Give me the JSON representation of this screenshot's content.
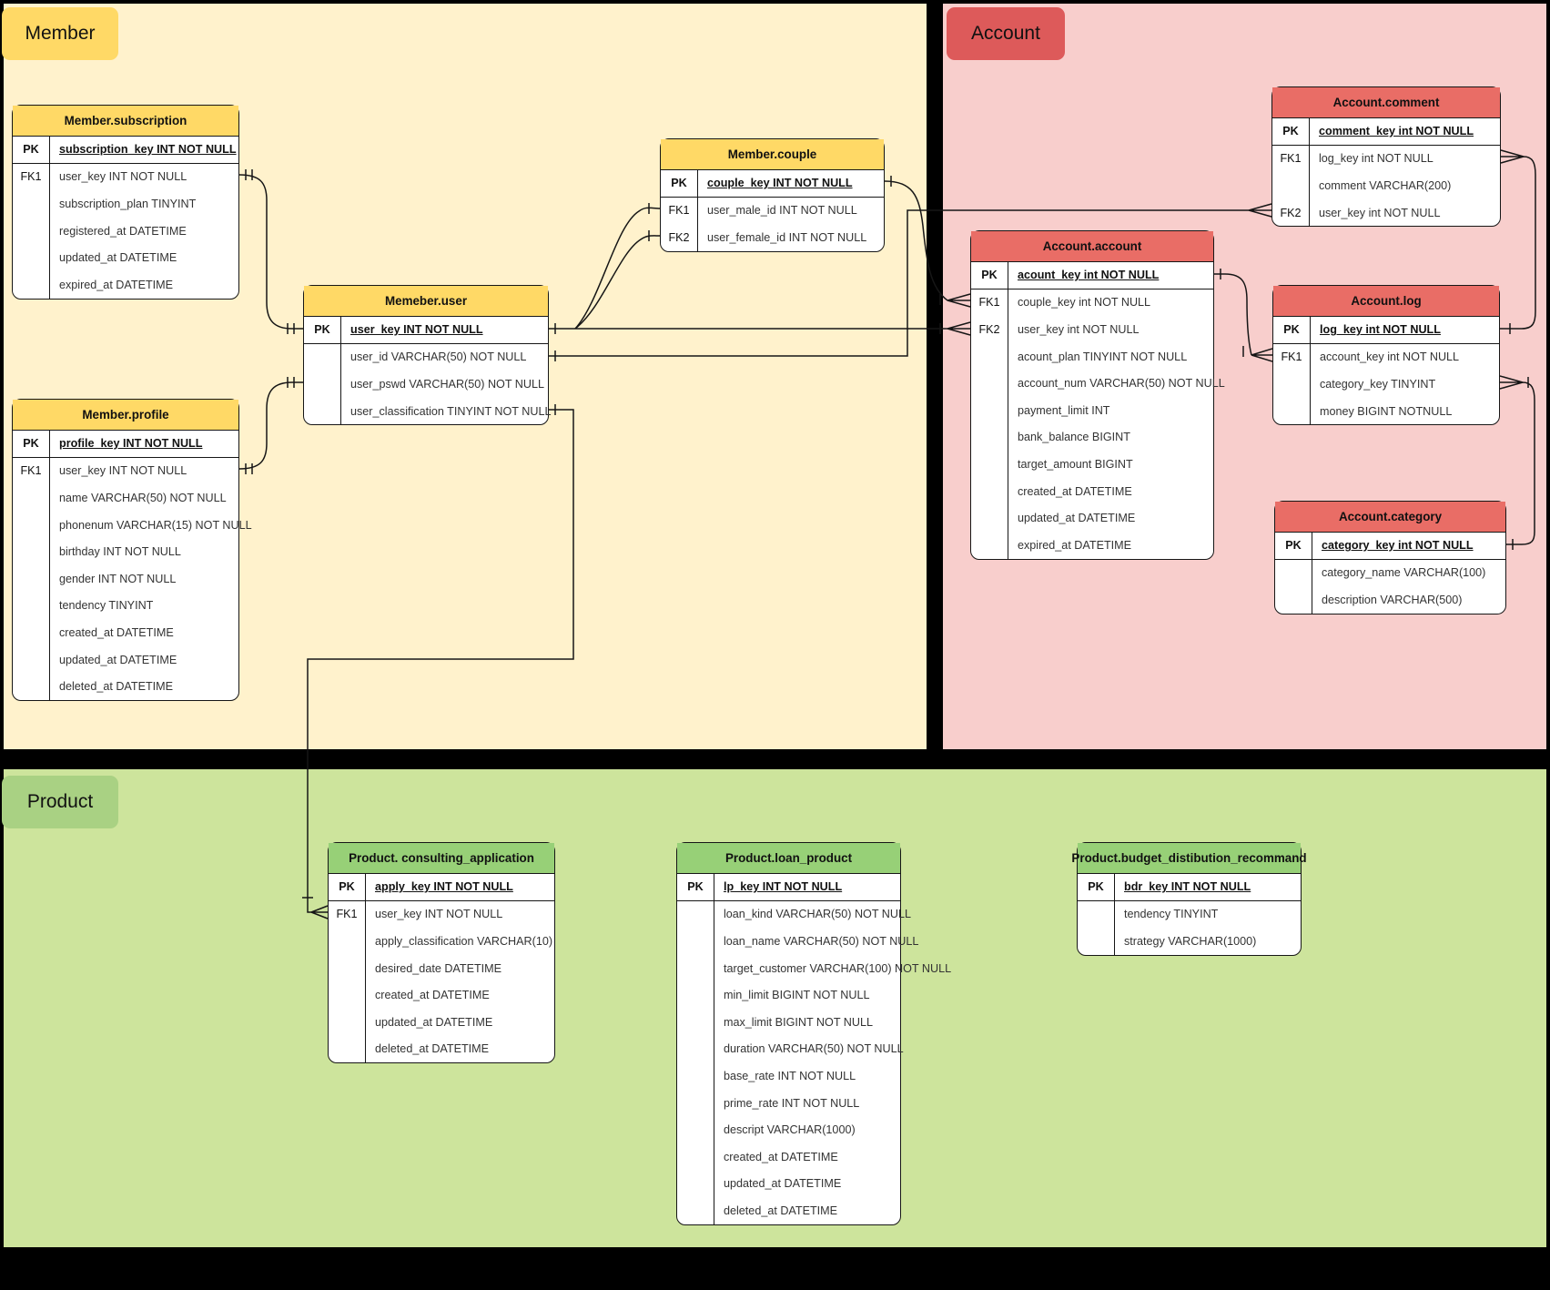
{
  "colors": {
    "page_background": "#000000",
    "member_region": "#FFF2CC",
    "member_accent": "#FFD966",
    "account_region": "#F8CECC",
    "account_header": "#E96D66",
    "account_label": "#DD5A5A",
    "product_region": "#CDE49C",
    "product_header": "#97D077",
    "product_label": "#A9D183",
    "line_stroke": "#161616"
  },
  "diagram": {
    "regions": [
      {
        "id": "member",
        "label": "Member"
      },
      {
        "id": "account",
        "label": "Account"
      },
      {
        "id": "product",
        "label": "Product"
      }
    ],
    "tables": [
      {
        "id": "member_subscription",
        "region": "member",
        "title": "Member.subscription",
        "rows": [
          {
            "key": "PK",
            "pk": true,
            "text": "subscription_key INT NOT NULL"
          },
          {
            "key": "FK1",
            "text": "user_key INT NOT NULL"
          },
          {
            "key": "",
            "text": "subscription_plan TINYINT"
          },
          {
            "key": "",
            "text": "registered_at DATETIME"
          },
          {
            "key": "",
            "text": "updated_at DATETIME"
          },
          {
            "key": "",
            "text": "expired_at DATETIME"
          }
        ]
      },
      {
        "id": "memeber_user",
        "region": "member",
        "title": "Memeber.user",
        "rows": [
          {
            "key": "PK",
            "pk": true,
            "text": "user_key INT NOT NULL"
          },
          {
            "key": "",
            "text": "user_id VARCHAR(50) NOT NULL"
          },
          {
            "key": "",
            "text": "user_pswd VARCHAR(50) NOT NULL"
          },
          {
            "key": "",
            "text": "user_classification TINYINT NOT NULL"
          }
        ]
      },
      {
        "id": "member_couple",
        "region": "member",
        "title": "Member.couple",
        "rows": [
          {
            "key": "PK",
            "pk": true,
            "text": "couple_key INT NOT NULL"
          },
          {
            "key": "FK1",
            "text": "user_male_id INT NOT NULL"
          },
          {
            "key": "FK2",
            "text": "user_female_id INT NOT NULL"
          }
        ]
      },
      {
        "id": "member_profile",
        "region": "member",
        "title": "Member.profile",
        "rows": [
          {
            "key": "PK",
            "pk": true,
            "text": "profile_key INT NOT NULL"
          },
          {
            "key": "FK1",
            "text": "user_key INT NOT NULL"
          },
          {
            "key": "",
            "text": "name VARCHAR(50) NOT NULL"
          },
          {
            "key": "",
            "text": "phonenum VARCHAR(15) NOT NULL"
          },
          {
            "key": "",
            "text": "birthday INT NOT NULL"
          },
          {
            "key": "",
            "text": "gender INT NOT NULL"
          },
          {
            "key": "",
            "text": "tendency TINYINT"
          },
          {
            "key": "",
            "text": "created_at DATETIME"
          },
          {
            "key": "",
            "text": "updated_at DATETIME"
          },
          {
            "key": "",
            "text": "deleted_at DATETIME"
          }
        ]
      },
      {
        "id": "account_comment",
        "region": "account",
        "title": "Account.comment",
        "rows": [
          {
            "key": "PK",
            "pk": true,
            "text": "comment_key int NOT NULL"
          },
          {
            "key": "FK1",
            "text": "log_key int NOT NULL"
          },
          {
            "key": "",
            "text": "comment VARCHAR(200)"
          },
          {
            "key": "FK2",
            "text": "user_key int NOT NULL"
          }
        ]
      },
      {
        "id": "account_account",
        "region": "account",
        "title": "Account.account",
        "rows": [
          {
            "key": "PK",
            "pk": true,
            "text": "acount_key int NOT NULL"
          },
          {
            "key": "FK1",
            "text": "couple_key int NOT NULL"
          },
          {
            "key": "FK2",
            "text": "user_key int NOT NULL"
          },
          {
            "key": "",
            "text": "acount_plan TINYINT NOT NULL"
          },
          {
            "key": "",
            "text": "account_num VARCHAR(50) NOT NULL"
          },
          {
            "key": "",
            "text": "payment_limit INT"
          },
          {
            "key": "",
            "text": "bank_balance BIGINT"
          },
          {
            "key": "",
            "text": "target_amount BIGINT"
          },
          {
            "key": "",
            "text": "created_at DATETIME"
          },
          {
            "key": "",
            "text": "updated_at DATETIME"
          },
          {
            "key": "",
            "text": "expired_at DATETIME"
          }
        ]
      },
      {
        "id": "account_log",
        "region": "account",
        "title": "Account.log",
        "rows": [
          {
            "key": "PK",
            "pk": true,
            "text": "log_key int NOT NULL"
          },
          {
            "key": "FK1",
            "text": "account_key int NOT NULL"
          },
          {
            "key": "",
            "text": "category_key TINYINT"
          },
          {
            "key": "",
            "text": "money BIGINT NOTNULL"
          }
        ]
      },
      {
        "id": "account_category",
        "region": "account",
        "title": "Account.category",
        "rows": [
          {
            "key": "PK",
            "pk": true,
            "text": "category_key int NOT NULL"
          },
          {
            "key": "",
            "text": "category_name VARCHAR(100)"
          },
          {
            "key": "",
            "text": "description VARCHAR(500)"
          }
        ]
      },
      {
        "id": "product_consulting_application",
        "region": "product",
        "title": "Product. consulting_application",
        "rows": [
          {
            "key": "PK",
            "pk": true,
            "text": "apply_key INT NOT NULL"
          },
          {
            "key": "FK1",
            "text": "user_key INT NOT NULL"
          },
          {
            "key": "",
            "text": "apply_classification VARCHAR(10)"
          },
          {
            "key": "",
            "text": "desired_date DATETIME"
          },
          {
            "key": "",
            "text": "created_at DATETIME"
          },
          {
            "key": "",
            "text": "updated_at DATETIME"
          },
          {
            "key": "",
            "text": "deleted_at DATETIME"
          }
        ]
      },
      {
        "id": "product_loan_product",
        "region": "product",
        "title": "Product.loan_product",
        "rows": [
          {
            "key": "PK",
            "pk": true,
            "text": "lp_key INT NOT NULL"
          },
          {
            "key": "",
            "text": "loan_kind VARCHAR(50) NOT NULL"
          },
          {
            "key": "",
            "text": "loan_name VARCHAR(50) NOT NULL"
          },
          {
            "key": "",
            "text": "target_customer VARCHAR(100) NOT NULL"
          },
          {
            "key": "",
            "text": "min_limit BIGINT NOT NULL"
          },
          {
            "key": "",
            "text": "max_limit BIGINT NOT NULL"
          },
          {
            "key": "",
            "text": "duration VARCHAR(50) NOT NULL"
          },
          {
            "key": "",
            "text": "base_rate INT NOT NULL"
          },
          {
            "key": "",
            "text": "prime_rate INT NOT NULL"
          },
          {
            "key": "",
            "text": "descript VARCHAR(1000)"
          },
          {
            "key": "",
            "text": "created_at DATETIME"
          },
          {
            "key": "",
            "text": "updated_at DATETIME"
          },
          {
            "key": "",
            "text": "deleted_at DATETIME"
          }
        ]
      },
      {
        "id": "product_budget_distibution_recommand",
        "region": "product",
        "title": "Product.budget_distibution_recommand",
        "rows": [
          {
            "key": "PK",
            "pk": true,
            "text": "bdr_key INT NOT NULL"
          },
          {
            "key": "",
            "text": "tendency TINYINT"
          },
          {
            "key": "",
            "text": "strategy VARCHAR(1000)"
          }
        ]
      }
    ],
    "relationships": [
      {
        "id": "subscription-user",
        "from": "Member.subscription.user_key",
        "to": "Memeber.user.user_key",
        "from_card": "one",
        "to_card": "one"
      },
      {
        "id": "profile-user",
        "from": "Member.profile.user_key",
        "to": "Memeber.user.user_key",
        "from_card": "one",
        "to_card": "one"
      },
      {
        "id": "user-couple-male",
        "from": "Memeber.user.user_key",
        "to": "Member.couple.user_male_id",
        "from_card": "one",
        "to_card": "one"
      },
      {
        "id": "user-couple-female",
        "from": "Memeber.user.user_key",
        "to": "Member.couple.user_female_id",
        "from_card": "one",
        "to_card": "one"
      },
      {
        "id": "user-account",
        "from": "Memeber.user.user_key",
        "to": "Account.account.user_key",
        "from_card": "one",
        "to_card": "many"
      },
      {
        "id": "couple-account",
        "from": "Member.couple.couple_key",
        "to": "Account.account.couple_key",
        "from_card": "one",
        "to_card": "many"
      },
      {
        "id": "user-comment",
        "from": "Memeber.user.user_key",
        "to": "Account.comment.user_key",
        "from_card": "one",
        "to_card": "many"
      },
      {
        "id": "user-consulting",
        "from": "Memeber.user.user_key",
        "to": "Product.consulting_application.user_key",
        "from_card": "one",
        "to_card": "many"
      },
      {
        "id": "account-log",
        "from": "Account.account.acount_key",
        "to": "Account.log.account_key",
        "from_card": "one",
        "to_card": "many"
      },
      {
        "id": "log-comment",
        "from": "Account.log.log_key",
        "to": "Account.comment.log_key",
        "from_card": "one",
        "to_card": "many"
      },
      {
        "id": "category-log",
        "from": "Account.category.category_key",
        "to": "Account.log.category_key",
        "from_card": "one",
        "to_card": "many"
      }
    ]
  }
}
